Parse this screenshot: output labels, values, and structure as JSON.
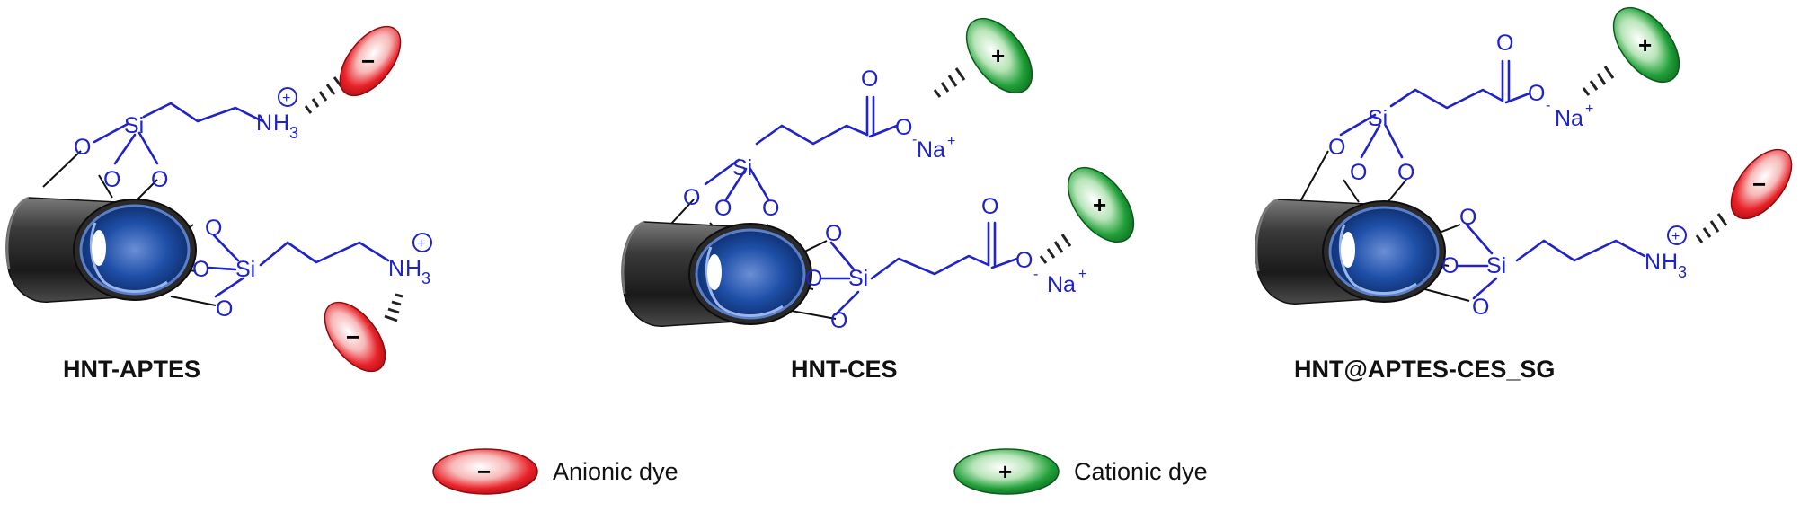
{
  "colors": {
    "chem_blue": "#1f23c8",
    "anionic_red": "#e8242a",
    "cationic_green": "#22a03a",
    "tube_dark": "#2c2c2c",
    "tube_blue": "#1e4fa8"
  },
  "chem": {
    "o": "O",
    "si": "Si",
    "n": "N",
    "h": "H",
    "three": "3",
    "oplus_sign": "+",
    "neg": "-",
    "na": "Na",
    "na_sup": "+"
  },
  "dye_signs": {
    "minus": "−",
    "plus": "+"
  },
  "structures": [
    {
      "label": "HNT-APTES"
    },
    {
      "label": "HNT-CES"
    },
    {
      "label": "HNT@APTES-CES_SG"
    }
  ],
  "legend": {
    "anionic": {
      "sign": "−",
      "text": "Anionic dye"
    },
    "cationic": {
      "sign": "+",
      "text": "Cationic dye"
    }
  }
}
